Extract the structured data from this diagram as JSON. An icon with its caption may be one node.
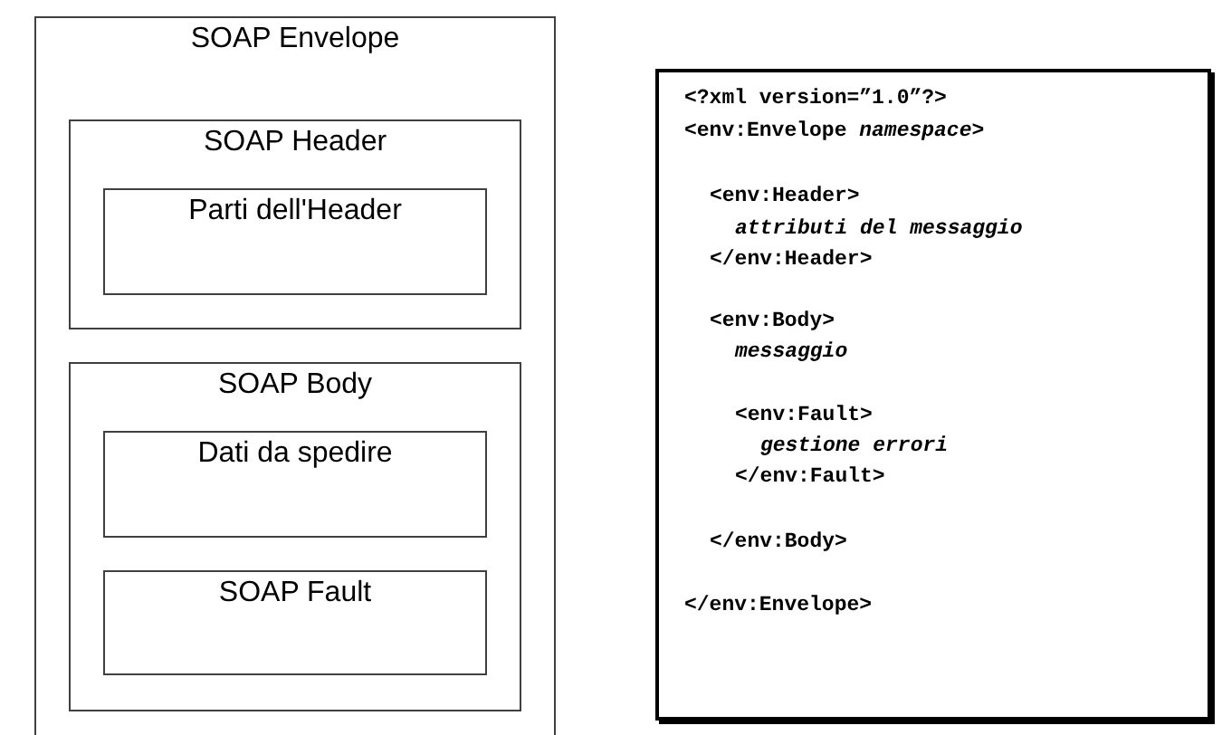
{
  "diagram": {
    "nodes": [
      {
        "text": [
          "SOAP Envelope"
        ]
      },
      {
        "text": [
          "SOAP Header"
        ],
        "in": 0
      },
      {
        "text": [
          "Parti dell'Header"
        ],
        "in": 1
      },
      {
        "text": [
          "SOAP Body"
        ],
        "in": 0
      },
      {
        "text": [
          "Dati da spedire"
        ],
        "in": 3
      },
      {
        "text": [
          "SOAP Fault"
        ],
        "in": 3
      },
      {
        "text": [
          "<?xml version=”1.0”?>",
          "<env:Envelope *namespace*>",
          "<env:Header>",
          "*attributi del messaggio*",
          "</env:Header>",
          "<env:Body>",
          "*messaggio*",
          "<env:Fault>",
          "*gestione errori*",
          "</env:Fault>",
          "</env:Body>",
          "</env:Envelope>"
        ]
      }
    ]
  }
}
